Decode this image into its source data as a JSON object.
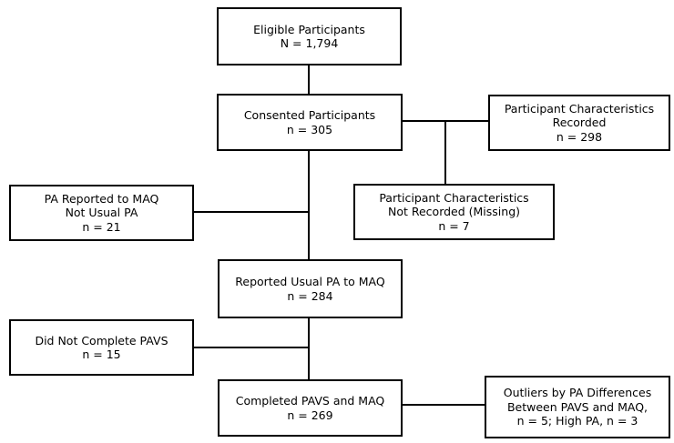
{
  "diagram": {
    "type": "participant-flow-chart",
    "colors": {
      "background": "#ffffff",
      "box_fill": "#ffffff",
      "box_border": "#000000",
      "text": "#000000",
      "connector": "#000000"
    },
    "boxes": [
      {
        "id": "eligible",
        "lines": [
          "Eligible Participants",
          "N = 1,794"
        ]
      },
      {
        "id": "consented",
        "lines": [
          "Consented Participants",
          "n = 305"
        ]
      },
      {
        "id": "characteristics-recorded",
        "lines": [
          "Participant Characteristics",
          "Recorded",
          "n = 298"
        ]
      },
      {
        "id": "pa-not-usual",
        "lines": [
          "PA Reported to MAQ",
          "Not Usual PA",
          "n = 21"
        ]
      },
      {
        "id": "characteristics-missing",
        "lines": [
          "Participant Characteristics",
          "Not Recorded (Missing)",
          "n = 7"
        ]
      },
      {
        "id": "reported-usual-pa",
        "lines": [
          "Reported Usual PA to MAQ",
          "n = 284"
        ]
      },
      {
        "id": "did-not-complete-pavs",
        "lines": [
          "Did Not Complete PAVS",
          "n = 15"
        ]
      },
      {
        "id": "completed-pavs-maq",
        "lines": [
          "Completed PAVS and MAQ",
          "n = 269"
        ]
      },
      {
        "id": "outliers",
        "lines": [
          "Outliers by PA Differences",
          "Between PAVS and MAQ,",
          "n = 5; High PA, n = 3"
        ]
      }
    ]
  }
}
